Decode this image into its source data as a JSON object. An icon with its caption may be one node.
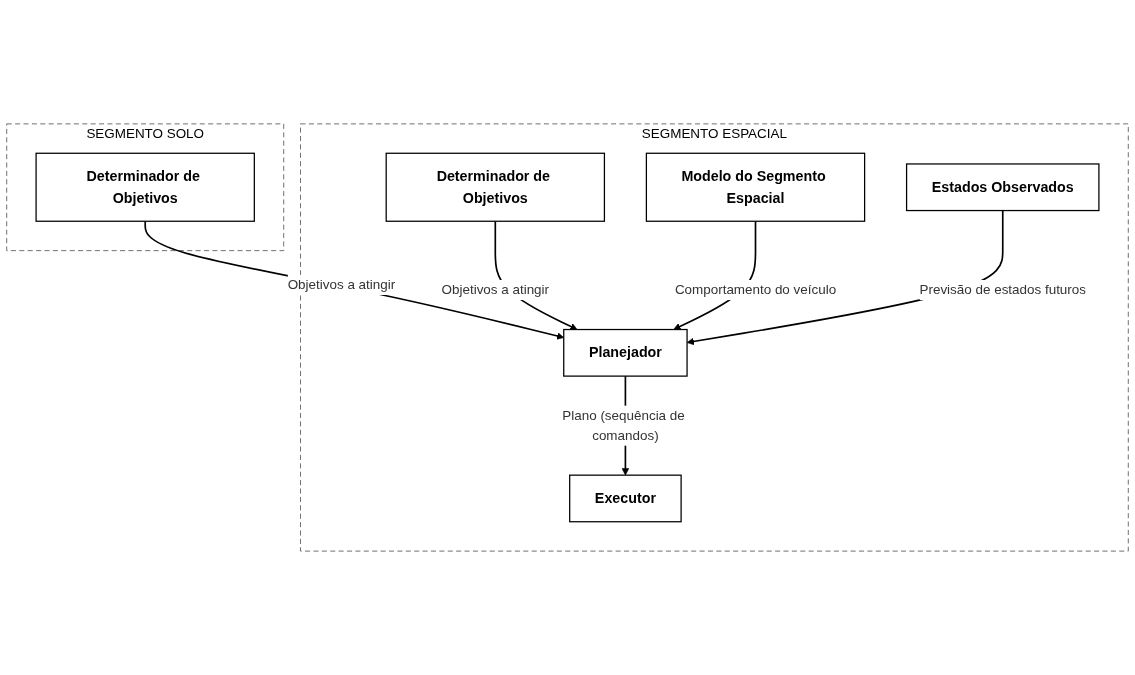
{
  "diagram": {
    "nodes": [
      {
        "text": [
          "SEGMENTO SOLO"
        ]
      },
      {
        "text": [
          "Determinador de Objetivos"
        ],
        "in": 0
      },
      {
        "text": [
          "SEGMENTO ESPACIAL"
        ]
      },
      {
        "text": [
          "Determinador de Objetivos"
        ],
        "in": 2
      },
      {
        "text": [
          "Executor"
        ],
        "in": 2
      },
      {
        "text": [
          "Planejador"
        ],
        "in": 2
      },
      {
        "text": [
          "Modelo do Segmento Espacial"
        ],
        "in": 2
      },
      {
        "text": [
          "Estados Observados"
        ],
        "in": 2
      }
    ],
    "edges": [
      {
        "from": 1,
        "to": 5,
        "arrow": "to",
        "label": "Objetivos a atingir"
      },
      {
        "from": 3,
        "to": 5,
        "arrow": "to",
        "label": "Objetivos a atingir"
      },
      {
        "from": 5,
        "to": 4,
        "arrow": "to",
        "label": "Plano (sequência de comandos)"
      },
      {
        "from": 6,
        "to": 5,
        "arrow": "to",
        "label": "Comportamento do veículo"
      },
      {
        "from": 7,
        "to": 5,
        "arrow": "to",
        "label": "Previsão de estados futuros"
      }
    ]
  }
}
